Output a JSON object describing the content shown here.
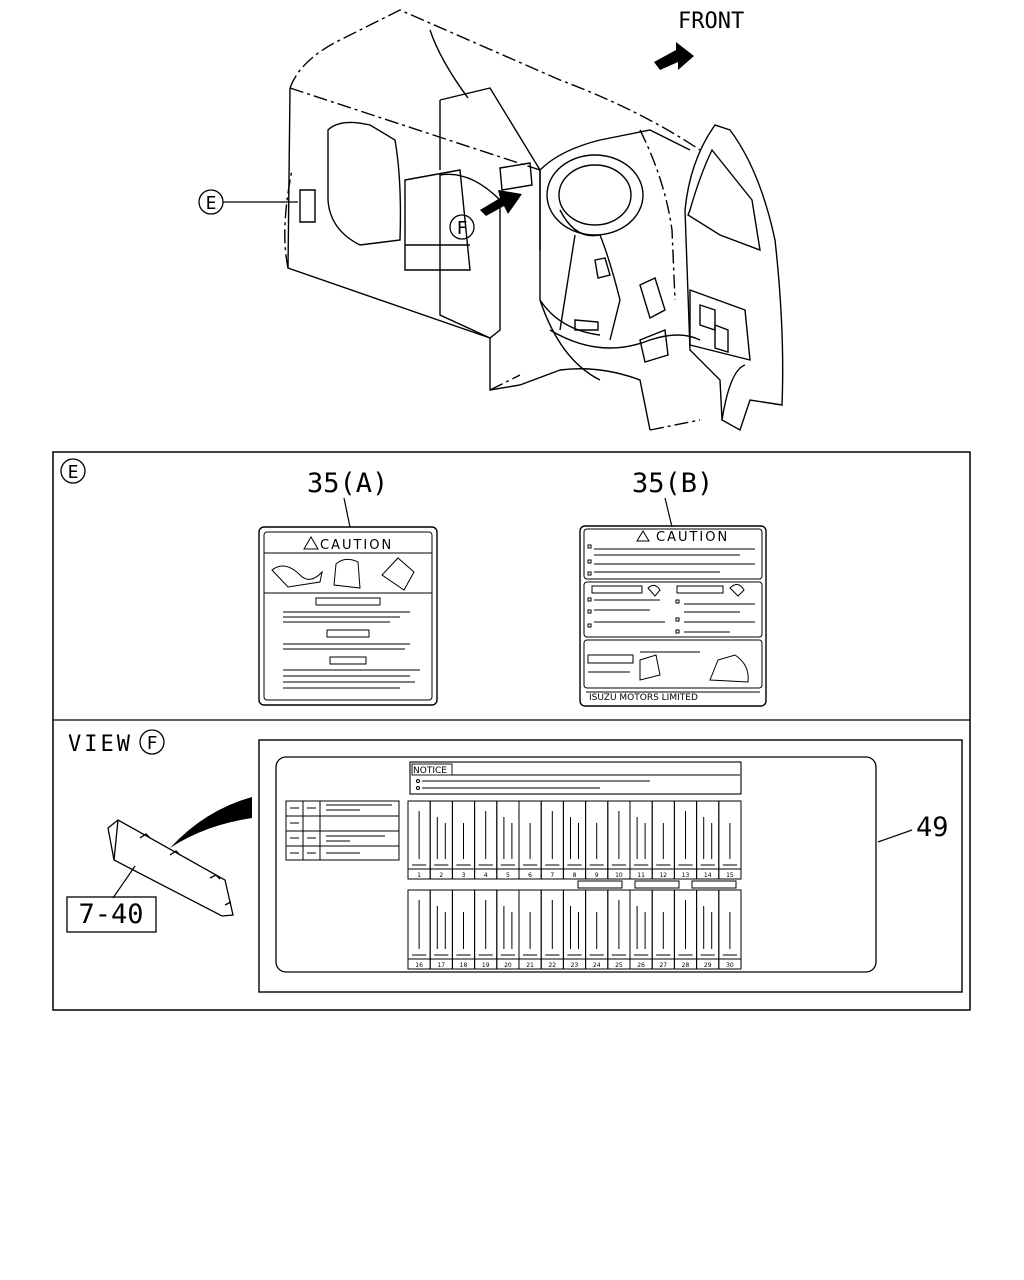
{
  "top": {
    "front_label": "FRONT",
    "callout_e": "E",
    "callout_f": "F"
  },
  "view_e": {
    "marker": "E",
    "part_a": {
      "ref": "35(A)",
      "caution": "CAUTION"
    },
    "part_b": {
      "ref": "35(B)",
      "caution": "CAUTION",
      "maker": "ISUZU MOTORS LIMITED"
    }
  },
  "view_f": {
    "title": "VIEW",
    "marker": "F",
    "ref_cover": "7-40",
    "ref_label": "49",
    "notice": "NOTICE",
    "fuse_row1": [
      "1",
      "2",
      "3",
      "4",
      "5",
      "6",
      "7",
      "8",
      "9",
      "10",
      "11",
      "12",
      "13",
      "14",
      "15"
    ],
    "fuse_row2": [
      "16",
      "17",
      "18",
      "19",
      "20",
      "21",
      "22",
      "23",
      "24",
      "25",
      "26",
      "27",
      "28",
      "29",
      "30"
    ]
  },
  "colors": {
    "ink": "#000000",
    "paper": "#ffffff"
  }
}
